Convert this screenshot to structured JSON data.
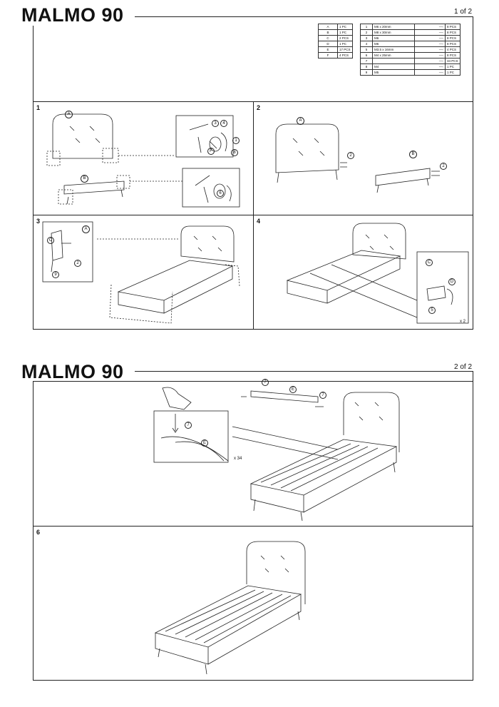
{
  "pages": [
    {
      "title": "MALMO 90",
      "page_label": "1 of 2"
    },
    {
      "title": "MALMO 90",
      "page_label": "2 of 2"
    }
  ],
  "panels": {
    "p1": "1",
    "p2": "2",
    "p3": "3",
    "p4": "4",
    "p6": "6"
  },
  "parts_left": [
    {
      "letter": "A",
      "qty": "1 PC"
    },
    {
      "letter": "B",
      "qty": "1 PC"
    },
    {
      "letter": "C",
      "qty": "2 PCS"
    },
    {
      "letter": "D",
      "qty": "1 PC"
    },
    {
      "letter": "E",
      "qty": "17 PCS"
    },
    {
      "letter": "F",
      "qty": "4 PCS"
    }
  ],
  "parts_right": [
    {
      "num": "1",
      "desc": "M6 x 20mm",
      "qty": "8 PCS"
    },
    {
      "num": "2",
      "desc": "M8 x 30mm",
      "qty": "8 PCS"
    },
    {
      "num": "3",
      "desc": "M6",
      "qty": "8 PCS"
    },
    {
      "num": "4",
      "desc": "M6",
      "qty": "8 PCS"
    },
    {
      "num": "5",
      "desc": "M3.5 x 16mm",
      "qty": "4 PCS"
    },
    {
      "num": "6",
      "desc": "M4 x 25mm",
      "qty": "8 PCS"
    },
    {
      "num": "7",
      "desc": "",
      "qty": "34 PCS"
    },
    {
      "num": "8",
      "desc": "M4",
      "qty": "1 PC"
    },
    {
      "num": "9",
      "desc": "M5",
      "qty": "1 PC"
    }
  ],
  "callouts": {
    "A": "A",
    "B": "B",
    "C": "C",
    "D": "D",
    "E": "E",
    "F": "F",
    "n1": "1",
    "n2": "2",
    "n3": "3",
    "n4": "4",
    "n5": "5",
    "n6": "6",
    "n7": "7",
    "n8": "8",
    "n9": "9"
  },
  "multipliers": {
    "x2": "x 2",
    "x34": "x 34"
  }
}
